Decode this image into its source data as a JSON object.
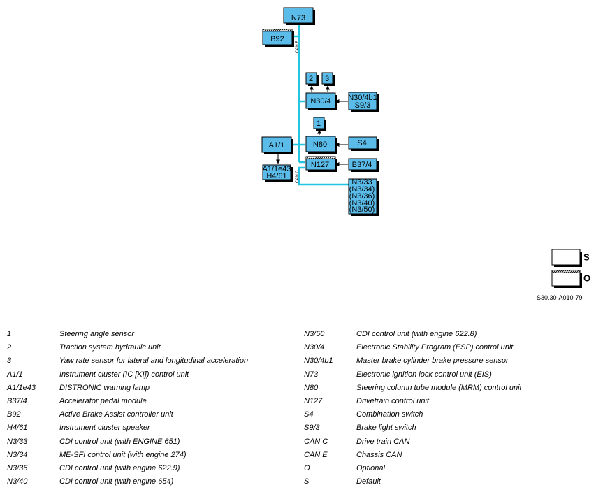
{
  "components": {
    "n73": "N73",
    "b92": "B92",
    "c2": "2",
    "c3": "3",
    "n30_4": "N30/4",
    "n30_4b1": "N30/4b1",
    "s9_3": "S9/3",
    "c1": "1",
    "a1_1": "A1/1",
    "n80": "N80",
    "s4": "S4",
    "a1_1e43": "A1/1e43",
    "h4_61": "H4/61",
    "n127": "N127",
    "b37_4": "B37/4",
    "n3_33": "N3/33",
    "n3_34": "(N3/34)",
    "n3_36": "(N3/36)",
    "n3_40": "(N3/40)",
    "n3_50": "(N3/50)"
  },
  "bus_labels": {
    "can_e": "CAN E",
    "can_c": "CAN C"
  },
  "legend": {
    "standard": "S",
    "optional": "O"
  },
  "reference_code": "S30.30-A010-79",
  "bus_color": "#22c4e0",
  "box_color": "#5bbcea",
  "key_left": [
    {
      "code": "1",
      "desc": "Steering angle sensor"
    },
    {
      "code": "2",
      "desc": "Traction system hydraulic unit"
    },
    {
      "code": "3",
      "desc": "Yaw rate sensor for lateral and longitudinal acceleration"
    },
    {
      "code": "A1/1",
      "desc": "Instrument cluster (IC [KI]) control unit"
    },
    {
      "code": "A1/1e43",
      "desc": "DISTRONIC warning lamp"
    },
    {
      "code": "B37/4",
      "desc": "Accelerator pedal module"
    },
    {
      "code": "B92",
      "desc": "Active Brake Assist controller unit"
    },
    {
      "code": "H4/61",
      "desc": "Instrument cluster speaker"
    },
    {
      "code": "N3/33",
      "desc": "CDI control unit (with ENGINE 651)"
    },
    {
      "code": "N3/34",
      "desc": "ME-SFI control unit (with engine 274)"
    },
    {
      "code": "N3/36",
      "desc": "CDI control unit (with engine 622.9)"
    },
    {
      "code": "N3/40",
      "desc": "CDI control unit (with engine 654)"
    }
  ],
  "key_right": [
    {
      "code": "N3/50",
      "desc": "CDI control unit (with engine 622.8)"
    },
    {
      "code": "N30/4",
      "desc": "Electronic Stability Program (ESP) control unit"
    },
    {
      "code": "N30/4b1",
      "desc": "Master brake cylinder brake pressure sensor"
    },
    {
      "code": "N73",
      "desc": "Electronic ignition lock control unit (EIS)"
    },
    {
      "code": "N80",
      "desc": "Steering column tube module (MRM) control unit"
    },
    {
      "code": "N127",
      "desc": "Drivetrain control unit"
    },
    {
      "code": "S4",
      "desc": "Combination switch"
    },
    {
      "code": "S9/3",
      "desc": "Brake light switch"
    },
    {
      "code": "CAN C",
      "desc": "Drive train CAN"
    },
    {
      "code": "CAN E",
      "desc": "Chassis CAN"
    },
    {
      "code": "O",
      "desc": "Optional"
    },
    {
      "code": "S",
      "desc": "Default"
    }
  ]
}
